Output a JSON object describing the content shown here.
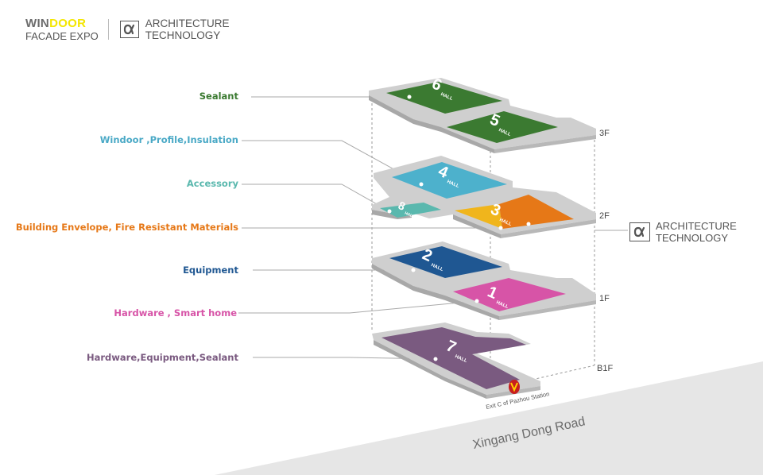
{
  "header": {
    "logo_line1_a": "WIN",
    "logo_line1_b": "DOOR",
    "logo_line2": "FACADE EXPO",
    "arch_line1": "ARCHITECTURE",
    "arch_line2": "TECHNOLOGY",
    "arch_glyph": "α"
  },
  "colors": {
    "sealant": "#3b7a31",
    "windoor": "#4db1cc",
    "accessory": "#5ab8ae",
    "envelope": "#e67817",
    "equipment": "#1f5792",
    "hardware_smart": "#d754a7",
    "hardware_equipment": "#7a5a80"
  },
  "labels": [
    {
      "id": "sealant",
      "text": "Sealant",
      "color": "#3b7a31"
    },
    {
      "id": "windoor",
      "text": "Windoor ,Profile,Insulation",
      "color": "#4aa9c6"
    },
    {
      "id": "accessory",
      "text": "Accessory",
      "color": "#5ab8ae"
    },
    {
      "id": "envelope",
      "text": "Building Envelope, Fire Resistant Materials",
      "color": "#e67817"
    },
    {
      "id": "equipment",
      "text": "Equipment",
      "color": "#1f5792"
    },
    {
      "id": "hardware_smart",
      "text": "Hardware , Smart home",
      "color": "#d754a7"
    },
    {
      "id": "hardware_equipment",
      "text": "Hardware,Equipment,Sealant",
      "color": "#7a5a80"
    }
  ],
  "floors": [
    "3F",
    "2F",
    "1F",
    "B1F"
  ],
  "halls": [
    {
      "num": "6",
      "word": "HALL"
    },
    {
      "num": "5",
      "word": "HALL"
    },
    {
      "num": "4",
      "word": "HALL"
    },
    {
      "num": "8",
      "word": "HALL"
    },
    {
      "num": "3",
      "word": "HALL"
    },
    {
      "num": "2",
      "word": "HALL"
    },
    {
      "num": "1",
      "word": "HALL"
    },
    {
      "num": "7",
      "word": "HALL"
    }
  ],
  "station": "Exit C of Pazhou Station",
  "road": "Xingang Dong Road",
  "badge": {
    "line1": "ARCHITECTURE",
    "line2": "TECHNOLOGY"
  }
}
